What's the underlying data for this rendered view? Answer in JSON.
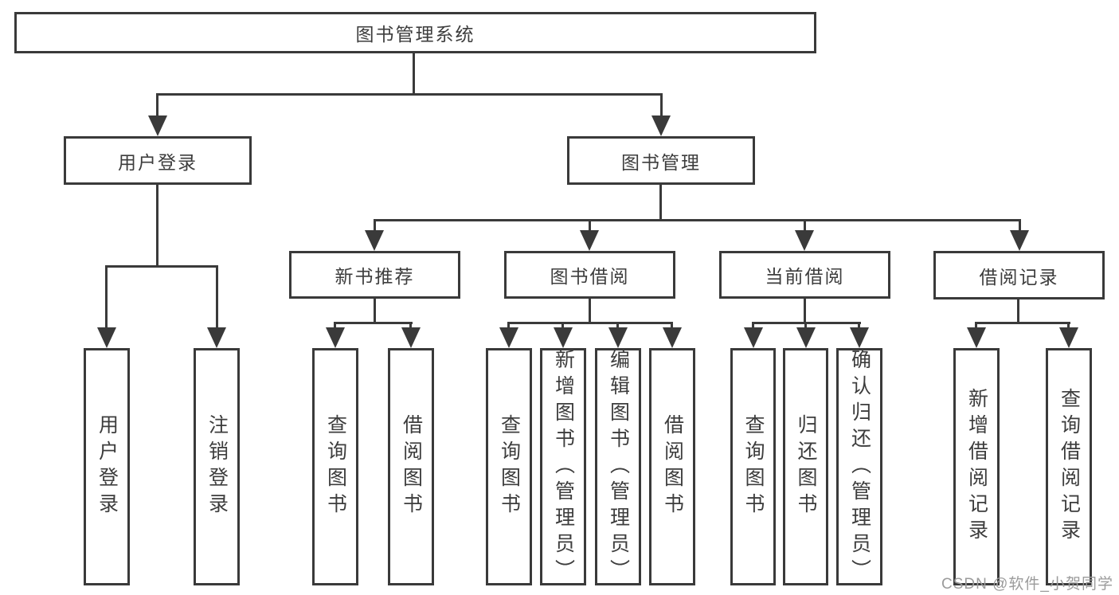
{
  "diagram": {
    "root": {
      "label": "图书管理系统"
    },
    "branches": [
      {
        "label": "用户登录",
        "children": [
          "用户登录",
          "注销登录"
        ]
      },
      {
        "label": "图书管理"
      }
    ],
    "modules": [
      {
        "label": "新书推荐",
        "children": [
          "查询图书",
          "借阅图书"
        ]
      },
      {
        "label": "图书借阅",
        "children": [
          "查询图书",
          "新增图书（管理员）",
          "编辑图书（管理员）",
          "借阅图书"
        ]
      },
      {
        "label": "当前借阅",
        "children": [
          "查询图书",
          "归还图书",
          "确认归还（管理员）"
        ]
      },
      {
        "label": "借阅记录",
        "children": [
          "新增借阅记录",
          "查询借阅记录"
        ]
      }
    ]
  },
  "watermark": {
    "text": "CSDN @软件_小贺同学"
  },
  "colors": {
    "line": "#3a3a3a",
    "text": "#3d3d3d",
    "watermark": "#9b9b9b",
    "background": "#ffffff"
  }
}
